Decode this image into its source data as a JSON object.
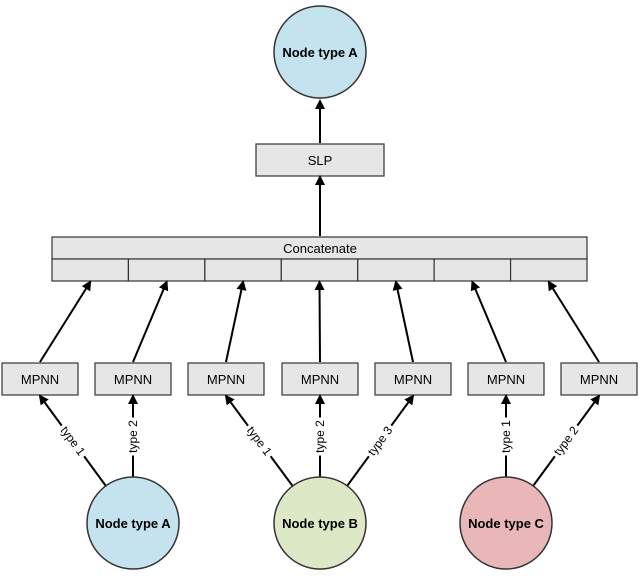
{
  "colors": {
    "node_a": "#c5e3ef",
    "node_b": "#dde8c7",
    "node_c": "#e9b7b8",
    "box_fill": "#e6e6e6"
  },
  "output_node": {
    "label": "Node type A"
  },
  "slp": {
    "label": "SLP"
  },
  "concatenate": {
    "label": "Concatenate"
  },
  "mpnn": [
    {
      "label": "MPNN"
    },
    {
      "label": "MPNN"
    },
    {
      "label": "MPNN"
    },
    {
      "label": "MPNN"
    },
    {
      "label": "MPNN"
    },
    {
      "label": "MPNN"
    },
    {
      "label": "MPNN"
    }
  ],
  "input_nodes": [
    {
      "label": "Node type A"
    },
    {
      "label": "Node type B"
    },
    {
      "label": "Node type C"
    }
  ],
  "edges": [
    {
      "label": "type 1"
    },
    {
      "label": "type 2"
    },
    {
      "label": "type 1"
    },
    {
      "label": "type 2"
    },
    {
      "label": "type 3"
    },
    {
      "label": "type 1"
    },
    {
      "label": "type 2"
    }
  ]
}
